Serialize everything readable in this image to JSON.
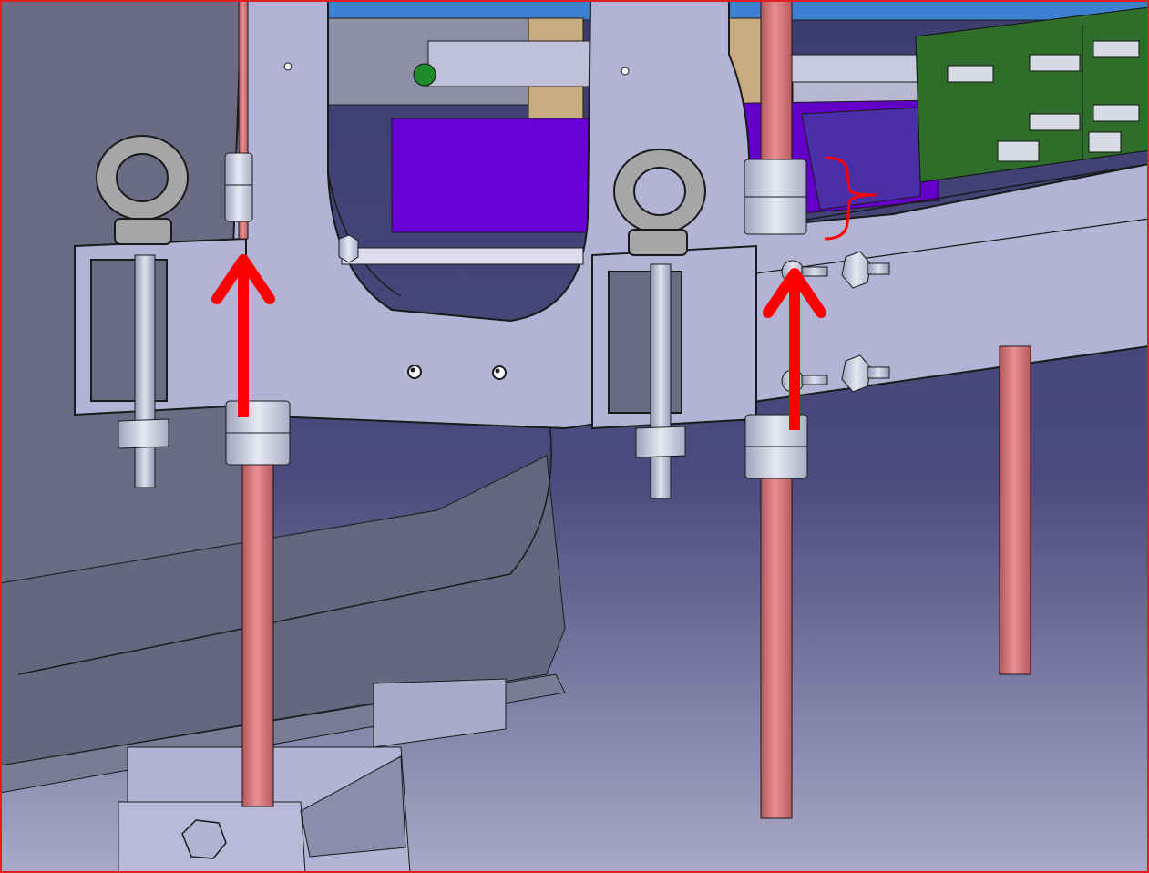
{
  "scene": {
    "kind": "cad-assembly-viewport",
    "frame_color": "#e02020",
    "background_gradient": [
      "#3f3e72",
      "#6e6d9c",
      "#a6a5c4"
    ],
    "part_colors": {
      "frame": "#b3b3d6",
      "frame_edge": "#1a1a1a",
      "housing": "#6b6b84",
      "rod": "#d9787a",
      "nut": "#c9ccdc",
      "eyebolt": "#a5a6a8",
      "purple_block": "#6a00d8",
      "blue_plate": "#3d7fd0",
      "wood_block": "#c8ac80",
      "pcb": "#2f6e2a",
      "annotation": "#ff0000"
    },
    "annotations": [
      {
        "type": "arrow",
        "direction": "up",
        "icon": "red-arrow-up-icon"
      },
      {
        "type": "arrow",
        "direction": "up",
        "icon": "red-arrow-up-icon"
      },
      {
        "type": "brace",
        "icon": "red-brace-icon"
      }
    ]
  }
}
